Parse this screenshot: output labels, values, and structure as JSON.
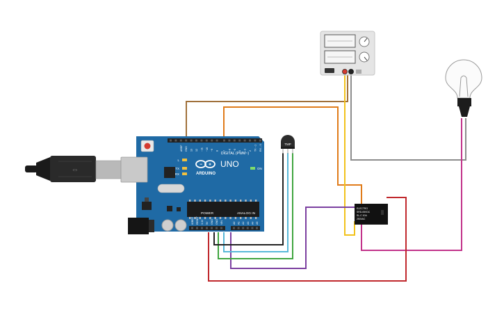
{
  "board": {
    "logo_text": "ARDUINO",
    "model": "UNO",
    "digital_label": "DIGITAL (PWM~)",
    "power_label": "POWER",
    "analog_label": "ANALOG IN",
    "on_label": "ON",
    "l_label": "L",
    "tx_label": "TX",
    "rx_label": "RX",
    "aref_label": "AREF",
    "gnd_label": "GND",
    "power_pins": [
      "IOREF",
      "RESET",
      "3.3V",
      "5V",
      "GND",
      "GND",
      "VIN"
    ],
    "analog_pins": [
      "A0",
      "A1",
      "A2",
      "A3",
      "A4",
      "A5"
    ],
    "digital_pins": [
      "13",
      "12",
      "~11",
      "~10",
      "~9",
      "8",
      "7",
      "~6",
      "~5",
      "4",
      "~3",
      "2",
      "TX→1",
      "RX←0"
    ]
  },
  "sensor": {
    "label": "TMP"
  },
  "relay": {
    "lines": [
      "ELECTRO",
      "SRD-05VDC",
      "SL-C 10A",
      "250VAC"
    ]
  },
  "colors": {
    "board": "#1f6aa5",
    "brown_wire": "#a0703a",
    "orange_wire": "#e07b1a",
    "yellow_wire": "#f2c21b",
    "gray_wire": "#8c8c8c",
    "purple_wire": "#7b3fa0",
    "magenta_wire": "#c2328a",
    "red_wire": "#c0282c",
    "green_wire": "#3fa53f",
    "cyan_wire": "#58b8d8",
    "black_wire": "#222222"
  }
}
